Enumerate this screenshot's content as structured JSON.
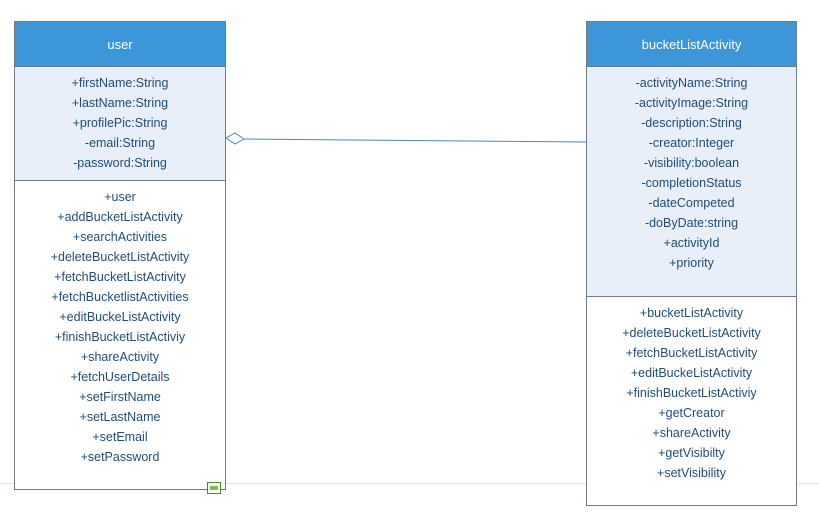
{
  "classes": {
    "user": {
      "name": "user",
      "attributes": [
        "+firstName:String",
        "+lastName:String",
        "+profilePic:String",
        "-email:String",
        "-password:String"
      ],
      "methods": [
        "+user",
        "+addBucketListActivity",
        "+searchActivities",
        "+deleteBucketListActivity",
        "+fetchBucketListActivity",
        "+fetchBucketlistActivities",
        "+editBuckeListActivity",
        "+finishBucketListActiviy",
        "+shareActivity",
        "+fetchUserDetails",
        "+setFirstName",
        "+setLastName",
        "+setEmail",
        "+setPassword"
      ]
    },
    "bucketListActivity": {
      "name": "bucketListActivity",
      "attributes": [
        "-activityName:String",
        "-activityImage:String",
        "-description:String",
        "-creator:Integer",
        "-visibility:boolean",
        "-completionStatus",
        "-dateCompeted",
        "-doByDate:string",
        "+activityId",
        "+priority"
      ],
      "methods": [
        "+bucketListActivity",
        "+deleteBucketListActivity",
        "+fetchBucketListActivity",
        "+editBuckeListActivity",
        "+finishBucketListActiviy",
        "+getCreator",
        "+shareActivity",
        "+getVisibilty",
        "+setVisibility"
      ]
    }
  },
  "relationship": {
    "type": "aggregation",
    "whole": "user",
    "part": "bucketListActivity"
  },
  "colors": {
    "header": "#3d96d8",
    "attributes_bg": "#e8eff9",
    "text": "#1f4d7a",
    "connector": "#4a86c5"
  }
}
